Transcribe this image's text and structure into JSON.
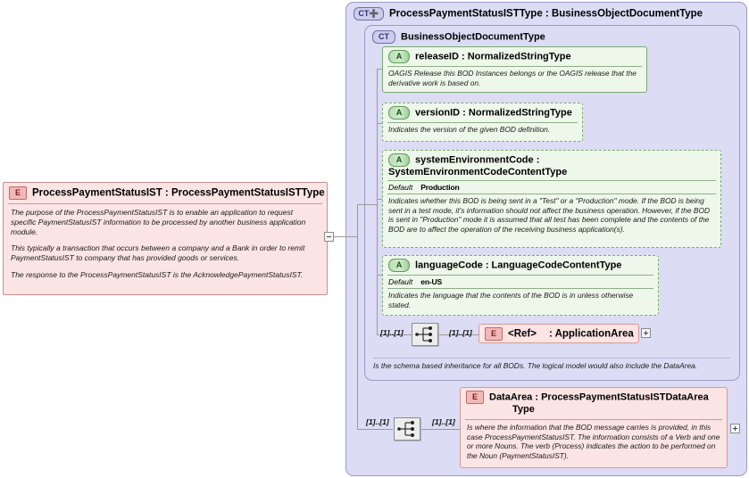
{
  "diagram": {
    "kind": "xml-schema-diagram",
    "colors": {
      "container_fill": "#dcdcf5",
      "attribute_fill": "#eef8ea",
      "element_fill": "#fbe4e4",
      "ct_badge": "#ccccee",
      "a_badge": "#cfeccb",
      "e_badge": "#f2b8b8"
    }
  },
  "root_element": {
    "badge": "E",
    "title": "ProcessPaymentStatusIST : ProcessPaymentStatusISTType",
    "doc_paragraphs": [
      "The purpose of the ProcessPaymentStatusIST is to enable an application to request specific PaymentStatusIST information to be processed by another business application module.",
      "This typically a transaction that occurs between a company and a Bank in order to remit PaymentStatusIST to company that has provided goods or services.",
      "The response to the ProcessPaymentStatusIST is the AcknowledgePaymentStatusIST."
    ],
    "collapse_toggle": "minus"
  },
  "outer_complex_type": {
    "badge": "CT",
    "badge_state": "expanded-plus",
    "title": "ProcessPaymentStatusISTType : BusinessObjectDocumentType"
  },
  "inner_complex_type": {
    "badge": "CT",
    "title": "BusinessObjectDocumentType",
    "note": "Is the schema based inheritance for all BODs. The logical model would also include the DataArea."
  },
  "attributes": [
    {
      "badge": "A",
      "title": "releaseID : NormalizedStringType",
      "default_label": null,
      "default_value": null,
      "doc": "OAGIS Release this BOD Instances belongs or the OAGIS release that the derivative work is based on.",
      "border": "solid"
    },
    {
      "badge": "A",
      "title": "versionID : NormalizedStringType",
      "default_label": null,
      "default_value": null,
      "doc": "Indicates the version of the given BOD definition.",
      "border": "dashed"
    },
    {
      "badge": "A",
      "title": "systemEnvironmentCode : SystemEnvironmentCodeContentType",
      "default_label": "Default",
      "default_value": "Production",
      "doc": "Indicates whether this BOD is being sent in a \"Test\" or a \"Production\" mode. If the BOD is being sent in a test mode, it's information should not affect the business operation. However, if the BOD is sent in \"Production\" mode it is assumed that all test has been complete and the contents of the BOD are to affect the operation of the receiving business application(s).",
      "border": "dashed"
    },
    {
      "badge": "A",
      "title": "languageCode : LanguageCodeContentType",
      "default_label": "Default",
      "default_value": "en-US",
      "doc": "Indicates the language that the contents of the BOD is in unless otherwise stated.",
      "border": "dashed"
    }
  ],
  "application_area": {
    "badge": "E",
    "ref_label": "<Ref>",
    "title": ": ApplicationArea",
    "cardinality_left": "[1]..[1]",
    "cardinality_right": "[1]..[1]",
    "expand_toggle": "plus",
    "compositor": "sequence"
  },
  "data_area": {
    "badge": "E",
    "title_line1": "DataArea : ProcessPaymentStatusISTDataArea",
    "title_line2": "Type",
    "doc": "Is where the information that the BOD message carries is provided, in this case ProcessPaymentStatusIST. The information consists of a Verb and one or more Nouns. The verb (Process) indicates the action to be performed on the Noun (PaymentStatusIST).",
    "cardinality_left": "[1]..[1]",
    "cardinality_right": "[1]..[1]",
    "expand_toggle": "plus",
    "compositor": "sequence"
  }
}
